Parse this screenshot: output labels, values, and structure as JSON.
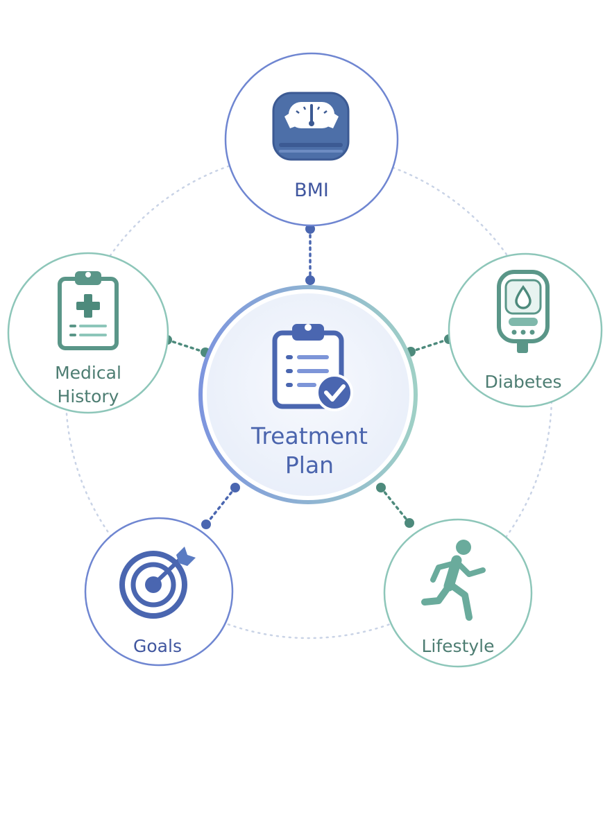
{
  "center": {
    "line1": "Treatment",
    "line2": "Plan",
    "icon": "clipboard-check-icon"
  },
  "nodes": {
    "bmi": {
      "label": "BMI",
      "icon": "scale-icon"
    },
    "diabetes": {
      "label": "Diabetes",
      "icon": "glucose-meter-icon"
    },
    "lifestyle": {
      "label": "Lifestyle",
      "icon": "running-person-icon"
    },
    "goals": {
      "label": "Goals",
      "icon": "target-icon"
    },
    "medical_history": {
      "line1": "Medical",
      "line2": "History",
      "icon": "medical-clipboard-icon"
    }
  },
  "colors": {
    "blue": "#4a6aa8",
    "blue_ring": "#7d95d8",
    "teal": "#5f9e90",
    "teal_ring": "#9ccfc4",
    "center_fill": "#eef3fb"
  }
}
